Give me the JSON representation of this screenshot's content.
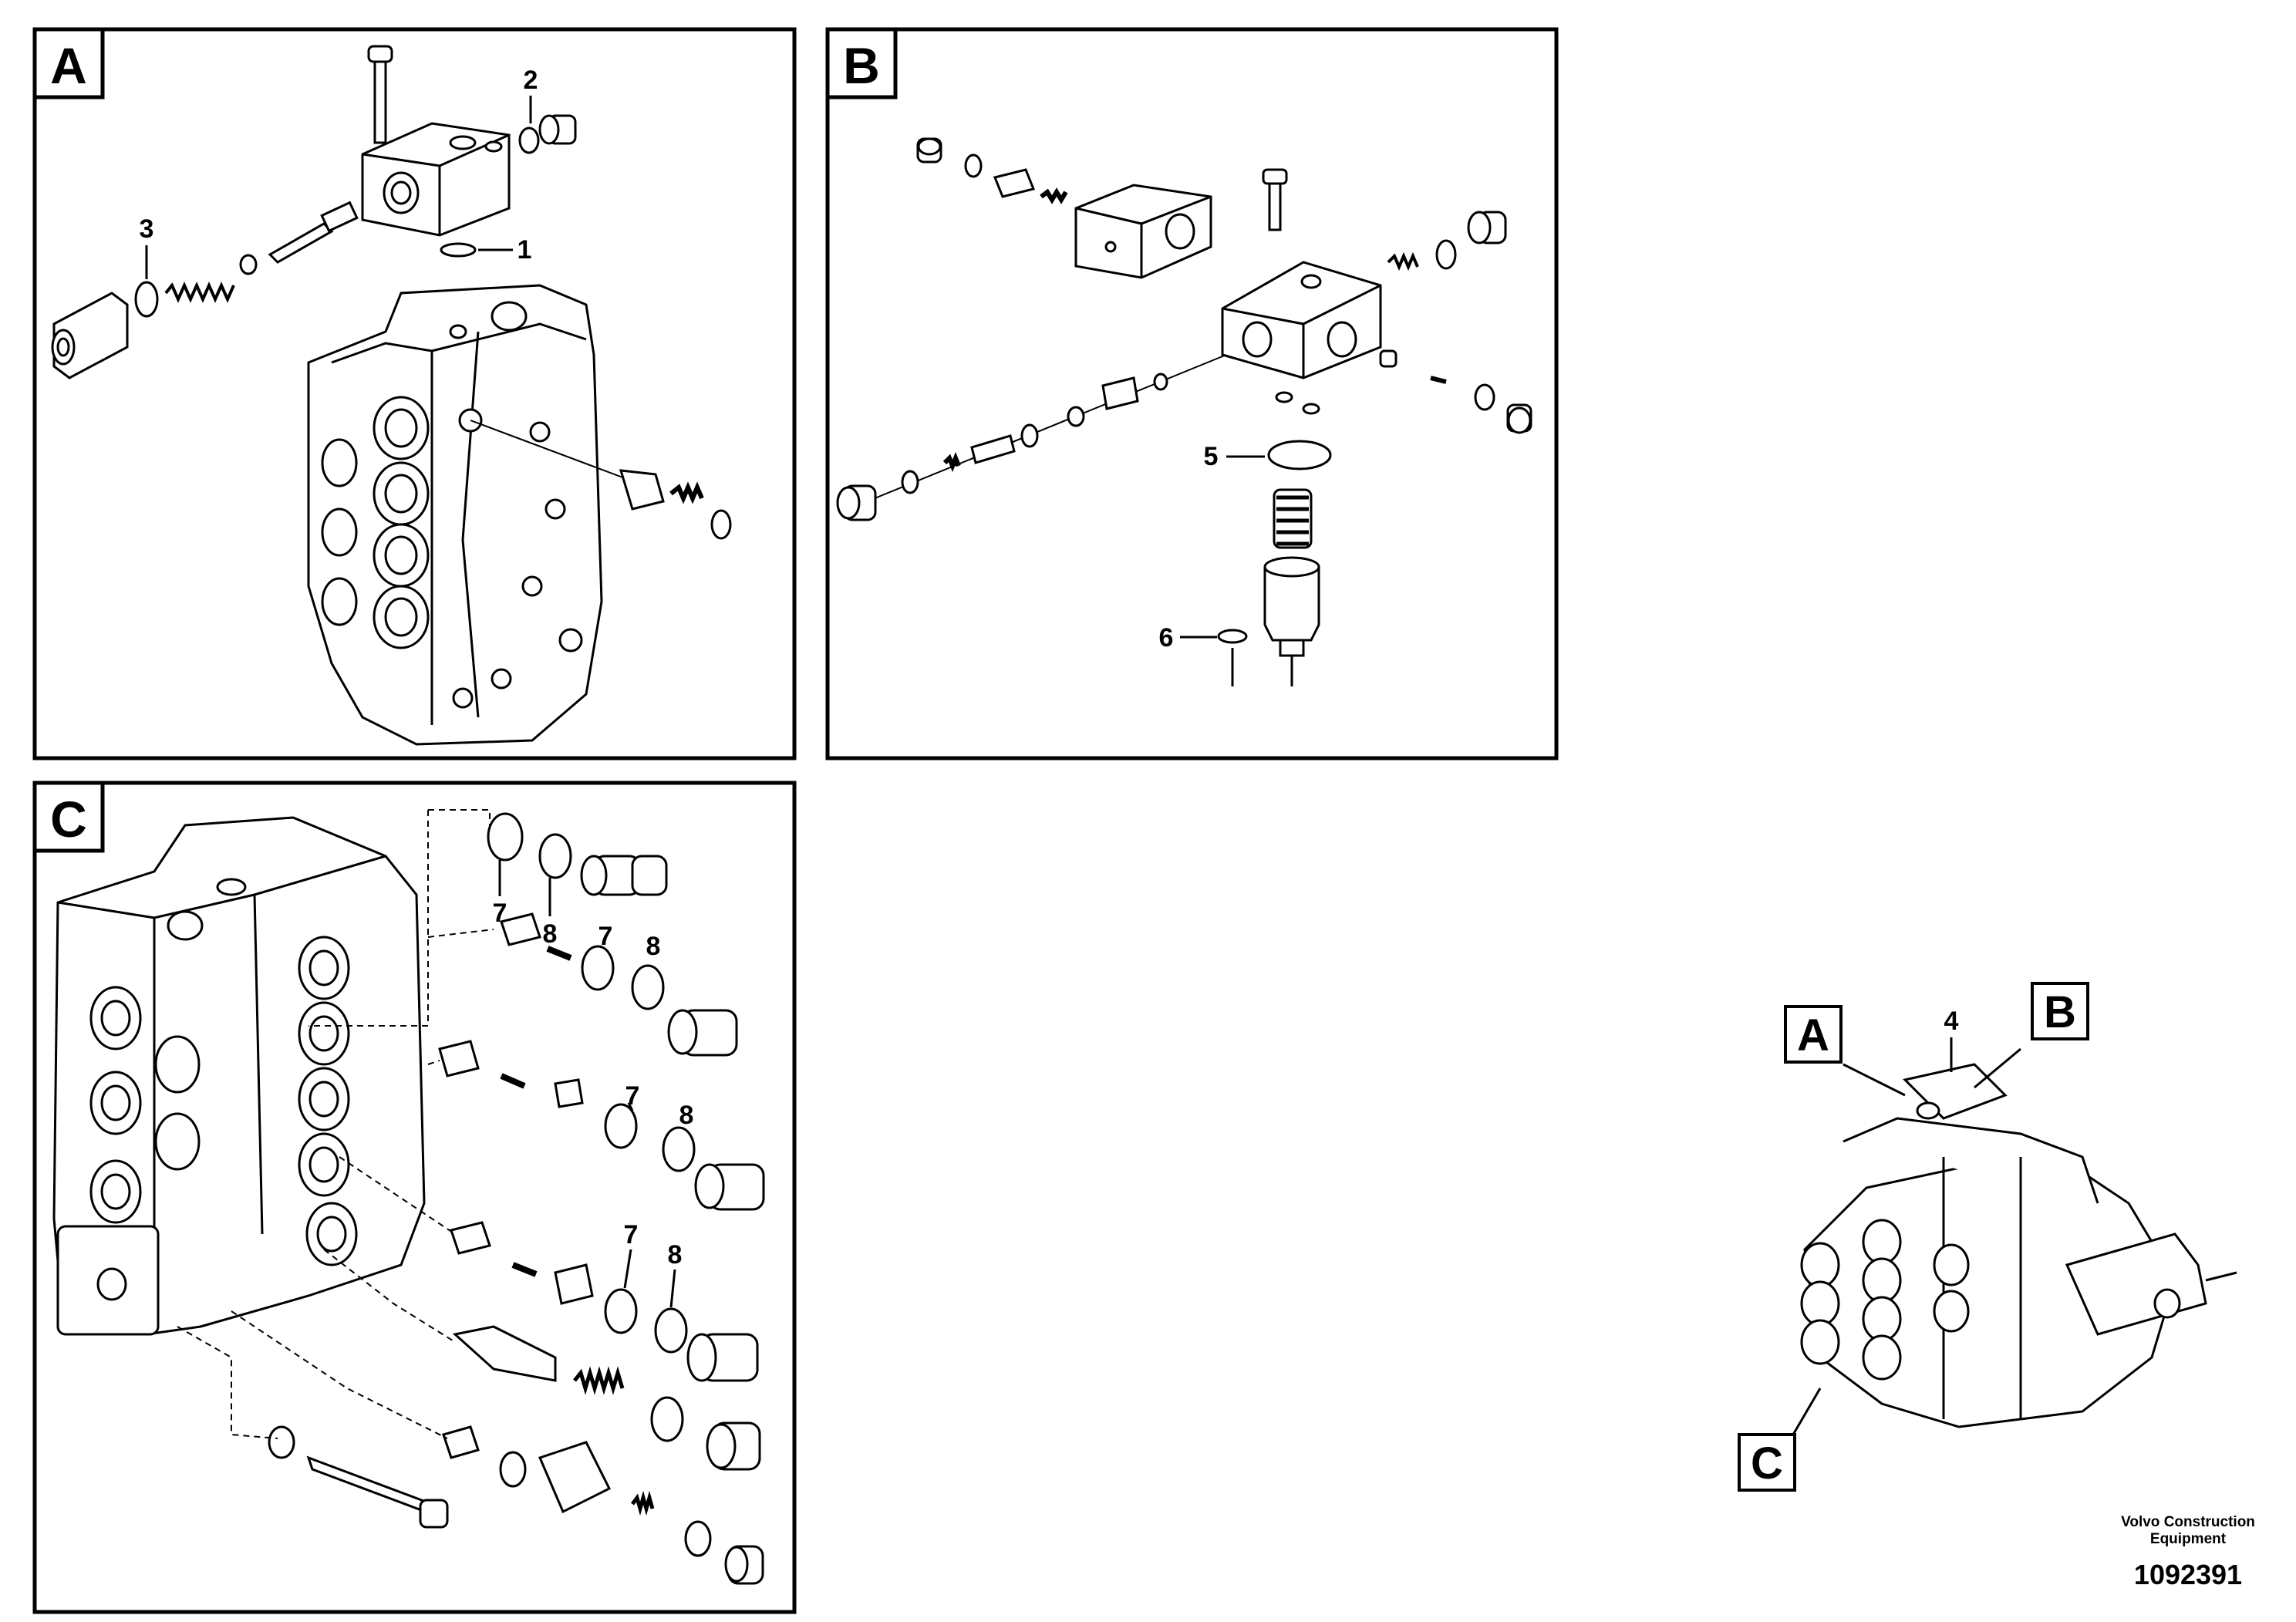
{
  "panels": {
    "a": {
      "label": "A"
    },
    "b": {
      "label": "B"
    },
    "c": {
      "label": "C"
    }
  },
  "callouts": {
    "p1": "1",
    "p2": "2",
    "p3": "3",
    "p4": "4",
    "p5": "5",
    "p6": "6",
    "c7a": "7",
    "c8a": "8",
    "c7b": "7",
    "c8b": "8",
    "c7c": "7",
    "c8c": "8",
    "c7d": "7",
    "c8d": "8"
  },
  "overview": {
    "label_a": "A",
    "label_b": "B",
    "label_c": "C"
  },
  "footer": {
    "brand": "Volvo Construction Equipment",
    "code": "1092391"
  }
}
